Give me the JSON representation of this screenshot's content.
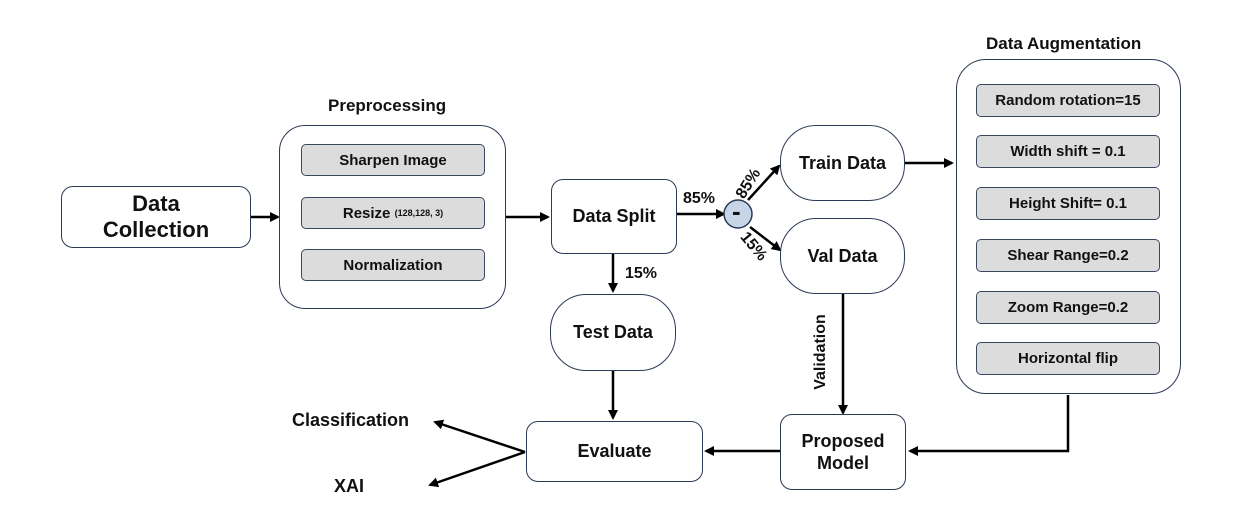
{
  "nodes": {
    "data_collection": {
      "line1": "Data",
      "line2": "Collection"
    },
    "preprocessing": {
      "title": "Preprocessing",
      "items": [
        "Sharpen Image",
        "Resize",
        "Normalization"
      ],
      "resize_suffix": "(128,128, 3)"
    },
    "data_split": "Data Split",
    "test_data": "Test Data",
    "train_data": "Train Data",
    "val_data": "Val Data",
    "split_node_symbol": "-",
    "evaluate": "Evaluate",
    "proposed_model": {
      "line1": "Proposed",
      "line2": "Model"
    },
    "augmentation": {
      "title": "Data Augmentation",
      "items": [
        "Random rotation=15",
        "Width shift = 0.1",
        "Height Shift= 0.1",
        "Shear Range=0.2",
        "Zoom Range=0.2",
        "Horizontal flip"
      ]
    }
  },
  "edge_labels": {
    "split_to_node": "85%",
    "split_to_test": "15%",
    "node_to_train": "85%",
    "node_to_val": "15%",
    "validation": "Validation"
  },
  "outputs": [
    "Classification",
    "XAI"
  ]
}
